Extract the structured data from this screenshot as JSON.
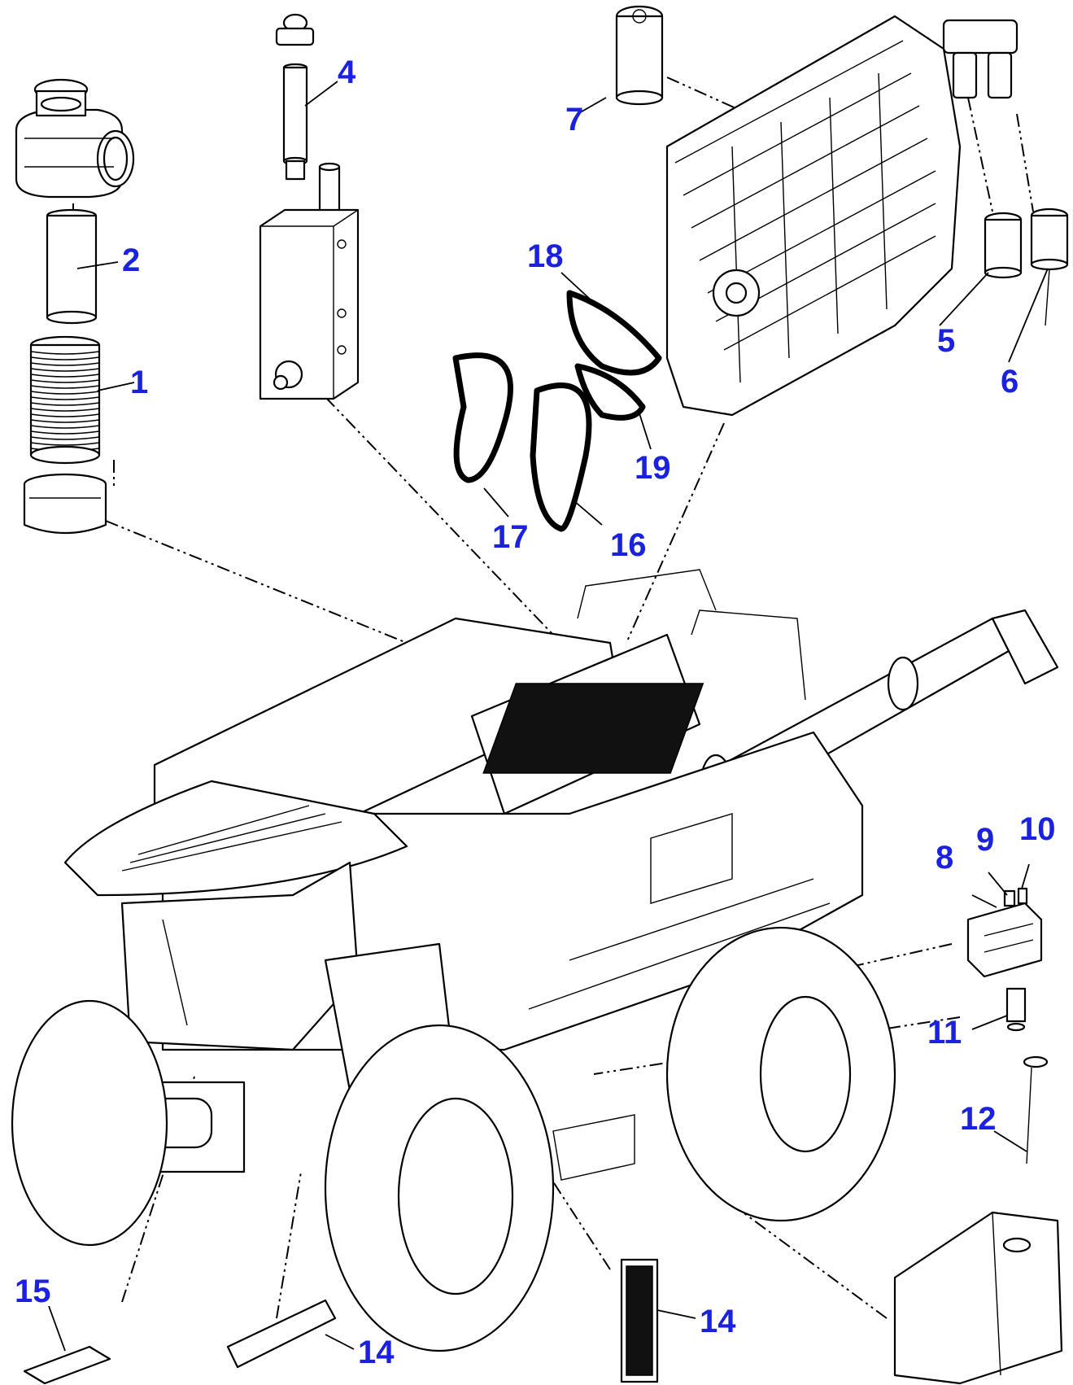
{
  "diagram": {
    "callout_color": "#1a22e0",
    "parts": [
      {
        "id": "p1",
        "label": "1"
      },
      {
        "id": "p2",
        "label": "2"
      },
      {
        "id": "p4",
        "label": "4"
      },
      {
        "id": "p5",
        "label": "5"
      },
      {
        "id": "p6",
        "label": "6"
      },
      {
        "id": "p7",
        "label": "7"
      },
      {
        "id": "p8",
        "label": "8"
      },
      {
        "id": "p9",
        "label": "9"
      },
      {
        "id": "p10",
        "label": "10"
      },
      {
        "id": "p11",
        "label": "11"
      },
      {
        "id": "p12",
        "label": "12"
      },
      {
        "id": "p14a",
        "label": "14"
      },
      {
        "id": "p14b",
        "label": "14"
      },
      {
        "id": "p15",
        "label": "15"
      },
      {
        "id": "p16",
        "label": "16"
      },
      {
        "id": "p17",
        "label": "17"
      },
      {
        "id": "p18",
        "label": "18"
      },
      {
        "id": "p19",
        "label": "19"
      }
    ]
  }
}
